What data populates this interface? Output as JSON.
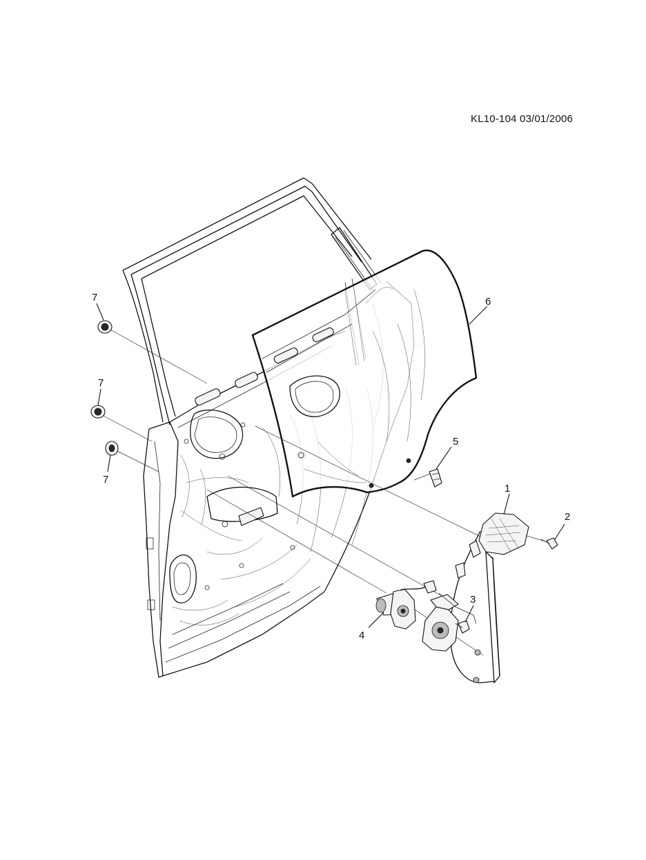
{
  "header": {
    "reference": "KL10-104  03/01/2006"
  },
  "callouts": [
    {
      "id": "1",
      "label": "1"
    },
    {
      "id": "2",
      "label": "2"
    },
    {
      "id": "3",
      "label": "3"
    },
    {
      "id": "4",
      "label": "4"
    },
    {
      "id": "5",
      "label": "5"
    },
    {
      "id": "6",
      "label": "6"
    },
    {
      "id": "7a",
      "label": "7"
    },
    {
      "id": "7b",
      "label": "7"
    },
    {
      "id": "7c",
      "label": "7"
    }
  ],
  "colors": {
    "line": "#111111",
    "background": "#ffffff"
  }
}
